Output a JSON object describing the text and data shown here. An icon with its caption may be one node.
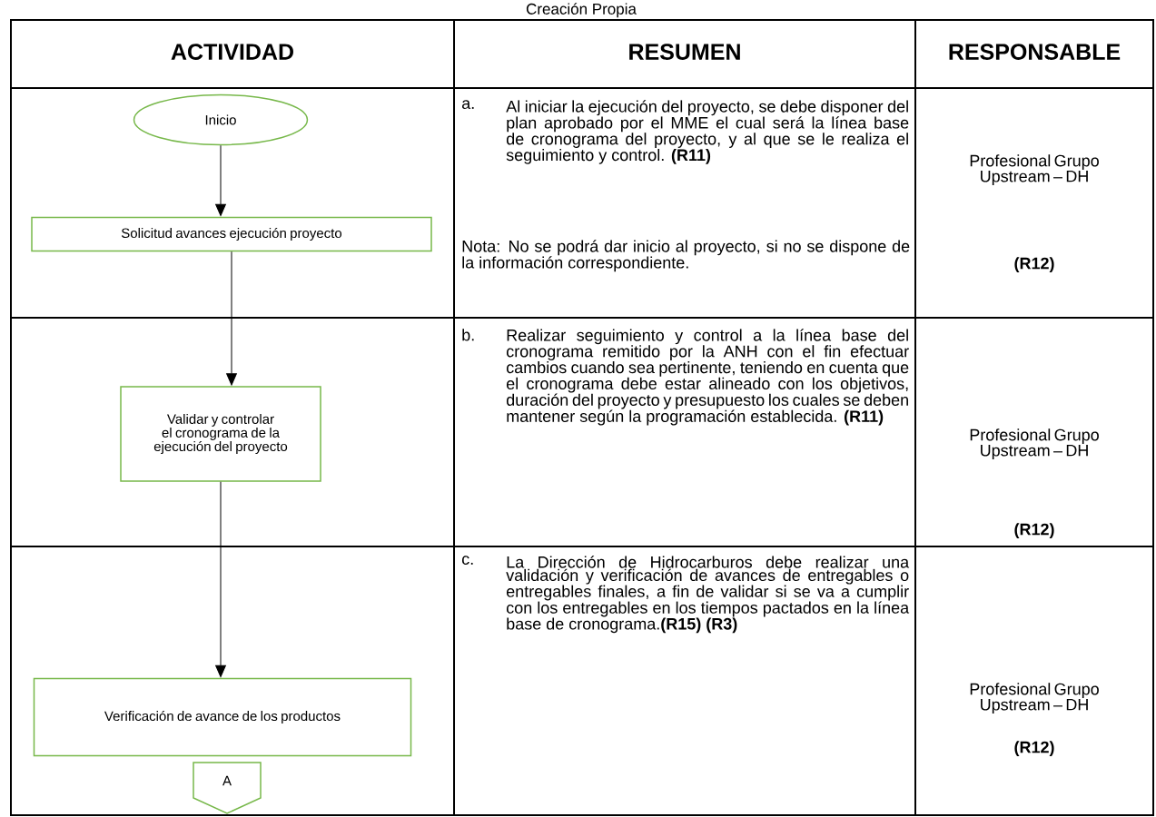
{
  "diagram": {
    "title": "Creación Propia",
    "nodes": [
      {
        "text": [
          "Inicio"
        ]
      },
      {
        "text": [
          "Solicitud avances ejecución proyecto"
        ]
      },
      {
        "text": [
          "Validar y controlar el cronograma de la ejecución del proyecto"
        ]
      },
      {
        "text": [
          "Verificación de avance de los productos"
        ]
      },
      {
        "text": [
          "A"
        ]
      }
    ],
    "edges": [
      {
        "from": 0,
        "to": 1,
        "arrow": "to"
      },
      {
        "from": 1,
        "to": 2,
        "arrow": "to"
      },
      {
        "from": 2,
        "to": 3,
        "arrow": "to"
      }
    ],
    "labels": [
      "ACTIVIDAD",
      "RESUMEN",
      "RESPONSABLE",
      "a.",
      "Al iniciar la ejecución del proyecto, se debe disponer del plan aprobado por el MME el cual será la línea base de cronograma del proyecto, y al que se le realiza el seguimiento y control. **(R11)**",
      "Nota: No se podrá dar inicio al proyecto, si no se dispone de la información correspondiente.",
      "Profesional Grupo Upstream – DH",
      "(R12)",
      "b.",
      "Realizar seguimiento y control a la línea base del cronograma remitido por la ANH con el fin efectuar cambios cuando sea pertinente, teniendo en cuenta que el cronograma debe estar alineado con los objetivos, duración del proyecto y presupuesto los cuales se deben mantener según la programación establecida. **(R11)**",
      "Profesional Grupo Upstream – DH",
      "(R12)",
      "c.",
      "La Dirección de Hidrocarburos debe realizar una validación y verificación de avances de entregables o entregables finales, a fin de validar si se va a cumplir con los entregables en los tiempos pactados en la línea base de cronograma.**(R15) (R3)**",
      "Profesional Grupo Upstream – DH",
      "(R12)"
    ]
  }
}
